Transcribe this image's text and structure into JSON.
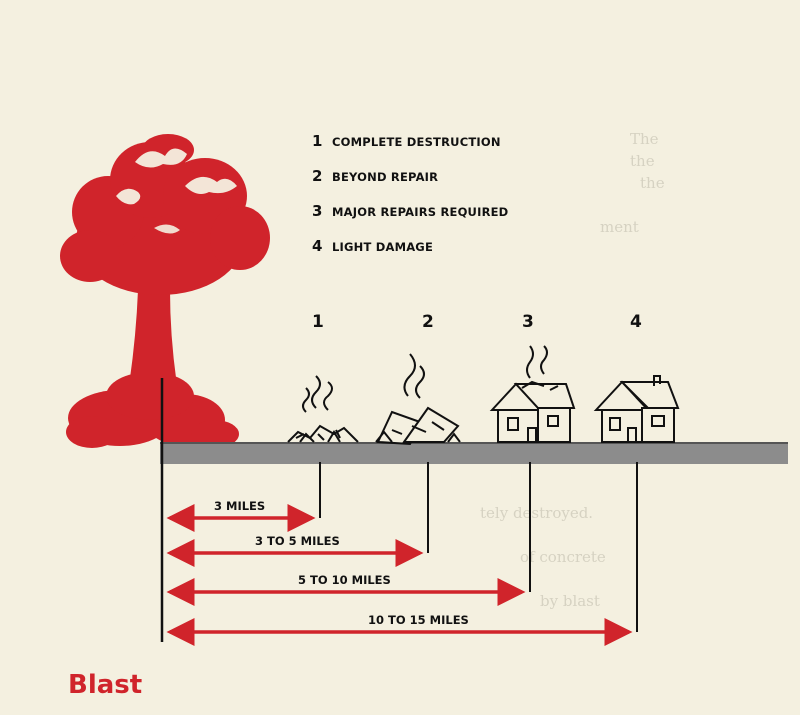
{
  "title": "Blast",
  "legend": [
    {
      "num": "1",
      "label": "COMPLETE DESTRUCTION"
    },
    {
      "num": "2",
      "label": "BEYOND REPAIR"
    },
    {
      "num": "3",
      "label": "MAJOR REPAIRS REQUIRED"
    },
    {
      "num": "4",
      "label": "LIGHT DAMAGE"
    }
  ],
  "stages": [
    "1",
    "2",
    "3",
    "4"
  ],
  "distances": [
    "3 MILES",
    "3 TO 5 MILES",
    "5 TO 10 MILES",
    "10 TO 15 MILES"
  ],
  "colors": {
    "red": "#d0242b",
    "ground": "#8c8c8c",
    "paper": "#f4f0e0",
    "ink": "#111111"
  }
}
